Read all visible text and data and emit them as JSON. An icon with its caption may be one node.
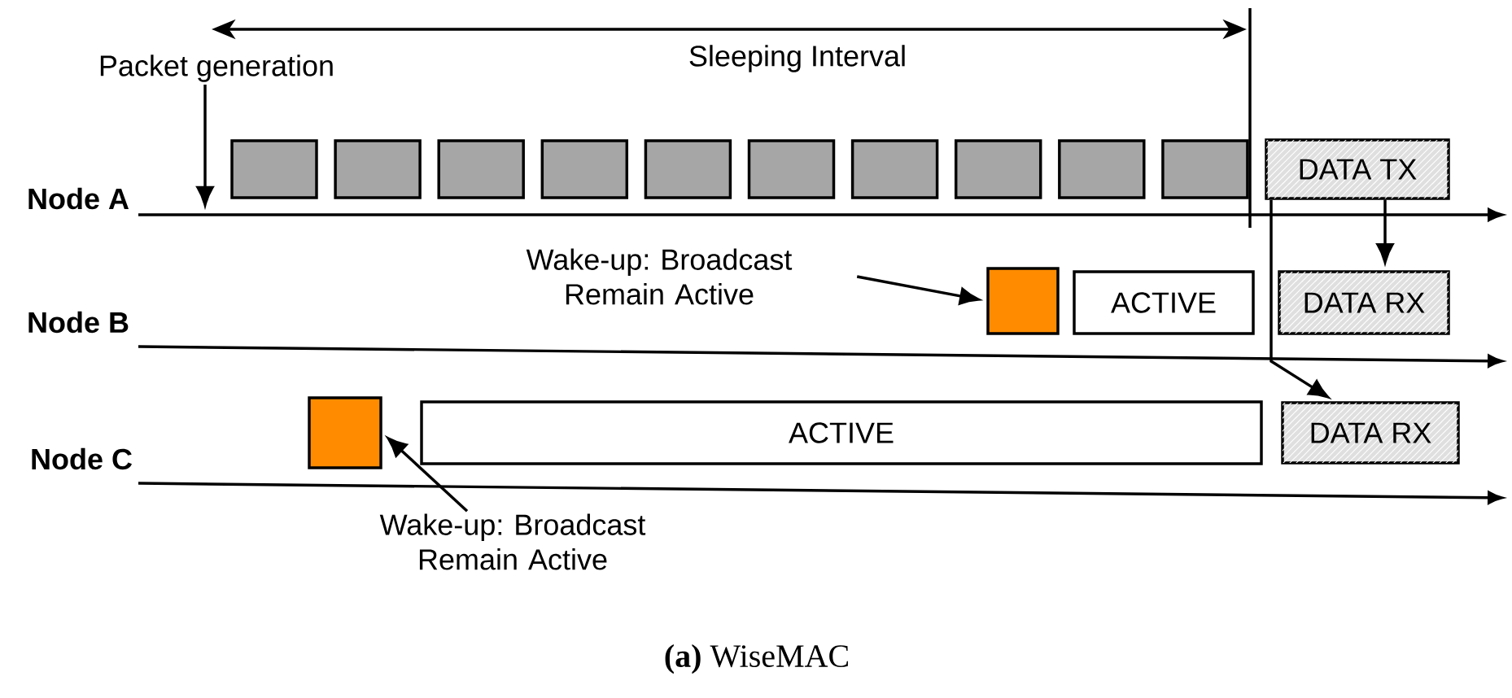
{
  "diagram": {
    "caption": "**(a)** WiseMAC",
    "nodes": [
      {
        "text": [
          "Packet generation"
        ]
      },
      {
        "text": [],
        "shape": "box"
      },
      {
        "text": [],
        "shape": "box"
      },
      {
        "text": [],
        "shape": "box"
      },
      {
        "text": [],
        "shape": "box"
      },
      {
        "text": [],
        "shape": "box"
      },
      {
        "text": [],
        "shape": "box"
      },
      {
        "text": [],
        "shape": "box"
      },
      {
        "text": [],
        "shape": "box"
      },
      {
        "text": [],
        "shape": "box"
      },
      {
        "text": [],
        "shape": "box"
      },
      {
        "text": [
          "DATA TX"
        ]
      },
      {
        "text": [
          "Wake-up: Broadcast Remain Active"
        ]
      },
      {
        "text": [],
        "shape": "box"
      },
      {
        "text": [
          "ACTIVE"
        ]
      },
      {
        "text": [
          "DATA RX"
        ]
      },
      {
        "text": [],
        "shape": "box"
      },
      {
        "text": [
          "ACTIVE"
        ]
      },
      {
        "text": [
          "DATA RX"
        ]
      },
      {
        "text": [
          "Wake-up: Broadcast Remain Active"
        ]
      }
    ],
    "edges": [
      {
        "from": 0,
        "to": null,
        "arrow": "to"
      },
      {
        "from": 12,
        "to": 13,
        "arrow": "to"
      },
      {
        "from": 19,
        "to": 16,
        "arrow": "to"
      },
      {
        "from": 11,
        "to": 15,
        "arrow": "to"
      },
      {
        "from": 11,
        "to": 18,
        "arrow": "to"
      }
    ],
    "labels": [
      "Sleeping Interval",
      "Node A",
      "Node B",
      "Node C"
    ]
  }
}
